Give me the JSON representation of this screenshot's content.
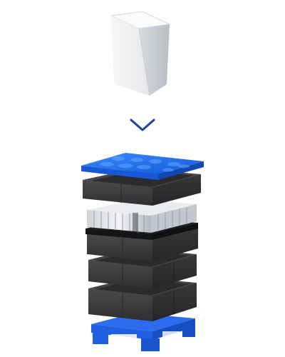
{
  "illustration": {
    "top_item": "cardboard-box",
    "arrow": "chevron-down-icon",
    "stack": [
      "blue-lid",
      "dark-tray",
      "battery-cells",
      "black-grid-separator",
      "dark-tray",
      "dark-tray",
      "dark-tray",
      "blue-pallet"
    ]
  },
  "colors": {
    "background": "#ffffff",
    "box_front": "#f3f4f6",
    "box_side": "#c8ccd2",
    "arrow": "#1f3f8f",
    "lid_blue": "#1f6ff0",
    "tray_dark": "#3b3b3d",
    "pallet_blue": "#1f5fe0"
  }
}
